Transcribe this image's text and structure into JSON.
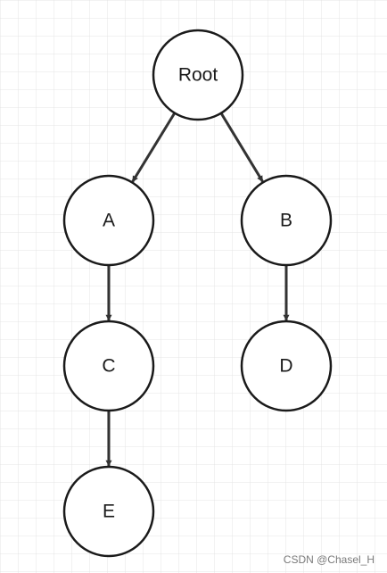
{
  "diagram": {
    "nodes": [
      {
        "id": "root",
        "label": "Root"
      },
      {
        "id": "a",
        "label": "A"
      },
      {
        "id": "b",
        "label": "B"
      },
      {
        "id": "c",
        "label": "C"
      },
      {
        "id": "d",
        "label": "D"
      },
      {
        "id": "e",
        "label": "E"
      }
    ],
    "edges": [
      {
        "from": "root",
        "to": "a"
      },
      {
        "from": "root",
        "to": "b"
      },
      {
        "from": "a",
        "to": "c"
      },
      {
        "from": "b",
        "to": "d"
      },
      {
        "from": "c",
        "to": "e"
      }
    ]
  },
  "watermark": "CSDN @Chasel_H",
  "colors": {
    "grid": "#e4e4e4",
    "stroke": "#1a1a1a",
    "edge": "#333333",
    "node_fill": "#ffffff"
  }
}
